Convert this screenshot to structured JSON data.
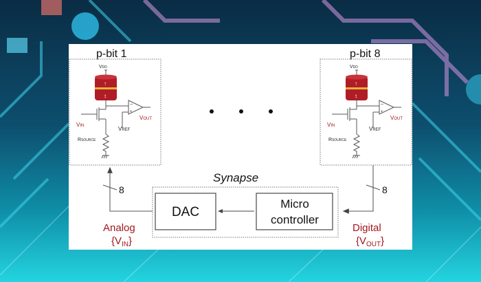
{
  "pbits": [
    {
      "title": "p-bit 1",
      "vdd": "V",
      "vdd_sub": "DD",
      "vin": "V",
      "vin_sub": "IN",
      "vout": "V",
      "vout_sub": "OUT",
      "vref": "V",
      "vref_sub": "REF",
      "rsource": "R",
      "rsource_sub": "SOURCE"
    },
    {
      "title": "p-bit 8",
      "vdd": "V",
      "vdd_sub": "DD",
      "vin": "V",
      "vin_sub": "IN",
      "vout": "V",
      "vout_sub": "OUT",
      "vref": "V",
      "vref_sub": "REF",
      "rsource": "R",
      "rsource_sub": "SOURCE"
    }
  ],
  "ellipsis": "• • •",
  "synapse": {
    "title": "Synapse",
    "dac_label": "DAC",
    "micro_line1": "Micro",
    "micro_line2": "controller"
  },
  "bus": {
    "left_width": "8",
    "right_width": "8"
  },
  "labels": {
    "analog": "Analog",
    "analog_sub_open": "{V",
    "analog_sub": "IN",
    "analog_close": "}",
    "digital": "Digital",
    "digital_sub_open": "{V",
    "digital_sub": "OUT",
    "digital_close": "}"
  },
  "colors": {
    "accent_red": "#a3161c",
    "mtj_red": "#b01d26",
    "mtj_band": "#e8b13a",
    "line": "#555555"
  }
}
